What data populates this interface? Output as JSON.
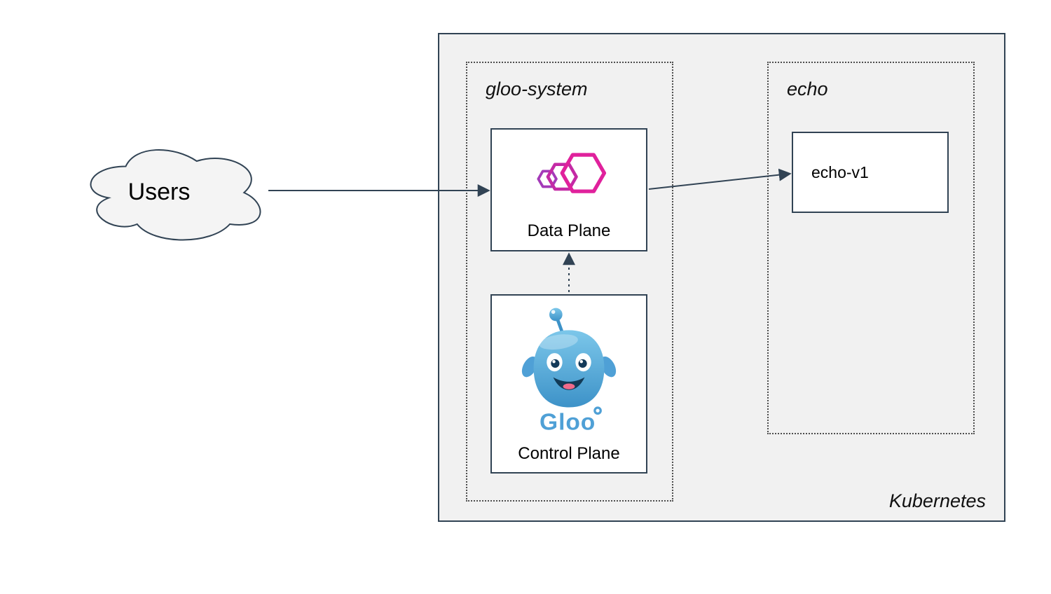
{
  "users": {
    "label": "Users"
  },
  "kubernetes": {
    "label": "Kubernetes",
    "gloo_system": {
      "label": "gloo-system",
      "data_plane": {
        "label": "Data Plane"
      },
      "control_plane": {
        "label": "Control Plane",
        "wordmark": "Gloo"
      }
    },
    "echo": {
      "label": "echo",
      "echo_v1": {
        "label": "echo-v1"
      }
    }
  },
  "icons": {
    "data_plane_icon": "gloo-gateway-hexagons-icon",
    "control_plane_icon": "gloo-mascot-icon"
  },
  "colors": {
    "outline": "#314354",
    "container_fill": "#f1f1f1",
    "gateway_magenta": "#d6219c",
    "gateway_purple": "#a43ab8",
    "gloo_blue": "#4fa0d6"
  }
}
